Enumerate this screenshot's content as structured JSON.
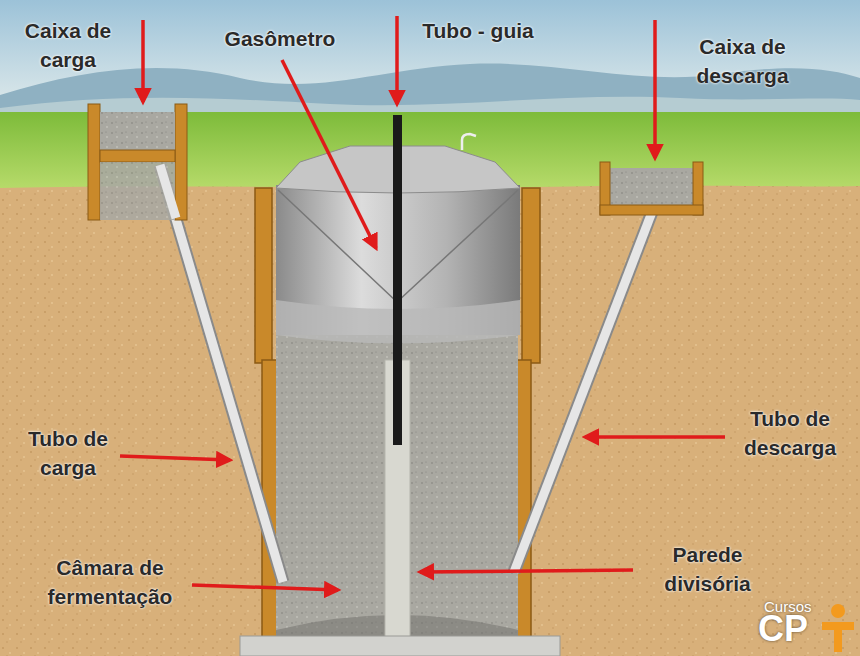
{
  "diagram": {
    "labels": [
      "Caixa de carga",
      "Gasômetro",
      "Tubo - guia",
      "Caixa de descarga",
      "Tubo de carga",
      "Tubo de descarga",
      "Câmara de fermentação",
      "Parede divisória",
      "Cursos",
      "CP"
    ]
  }
}
